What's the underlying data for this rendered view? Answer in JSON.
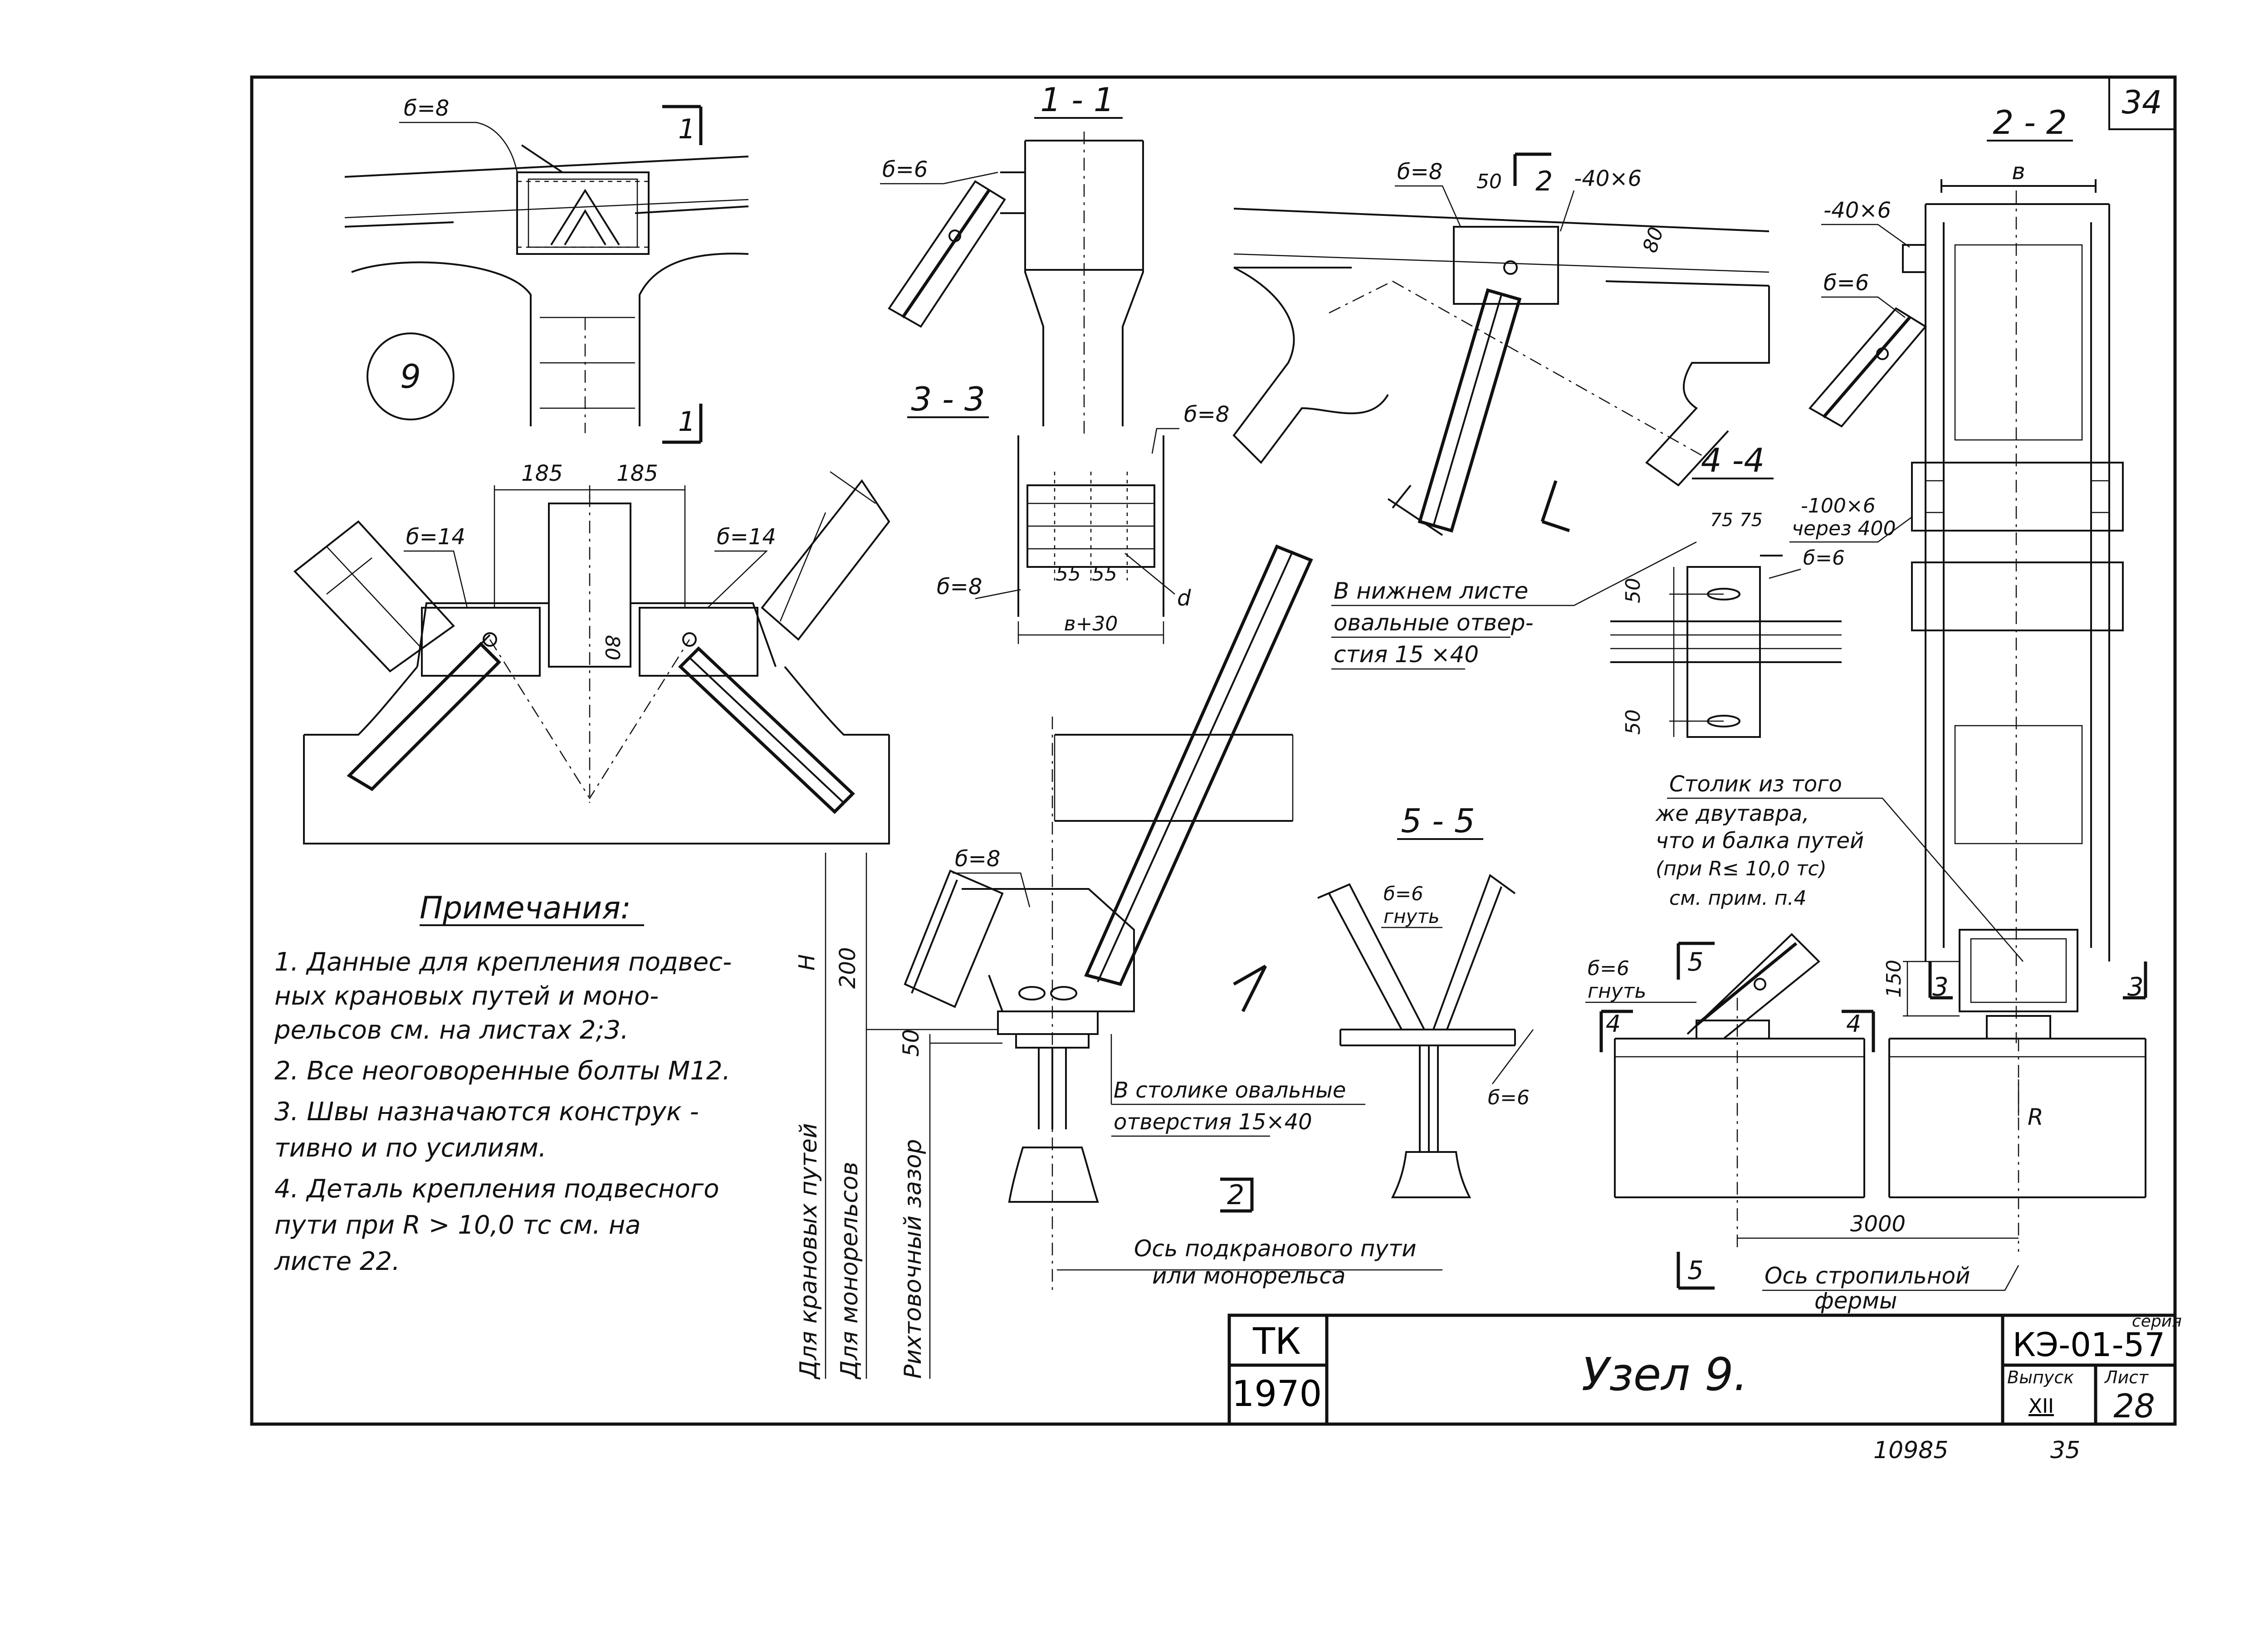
{
  "sheet": {
    "corner_number": "34",
    "node_circle": "9",
    "footer_left": "10985",
    "footer_right": "35"
  },
  "sections": {
    "s11": "1 - 1",
    "s22": "2 - 2",
    "s33": "3 - 3",
    "s44": "4 -4",
    "s55": "5 - 5",
    "mark1": "1",
    "mark2": "2",
    "mark3": "3",
    "mark4": "4",
    "mark5": "5"
  },
  "dims": {
    "d185a": "185",
    "d185b": "185",
    "d80a": "80",
    "d80b": "80",
    "d50": "50",
    "d55a": "55",
    "d55b": "55",
    "b30": "в+30",
    "d75a": "75",
    "d75b": "75",
    "d50v1": "50",
    "d50v2": "50",
    "d200": "200",
    "d50v3": "50",
    "d150": "150",
    "d3000": "3000",
    "b": "в",
    "H": "H",
    "R": "R",
    "d": "d"
  },
  "labels": {
    "t8a": "б=8",
    "t6a": "б=6",
    "t8b": "б=8",
    "t8c": "б=8",
    "t8d": "б=8",
    "t14a": "б=14",
    "t14b": "б=14",
    "t6b": "б=6",
    "t6c": "б=6",
    "t8e": "б=8",
    "t6d": "б=6",
    "bend_a": "гнуть",
    "t6e": "б=6",
    "t6f": "б=6",
    "bend_b": "гнуть",
    "strip_a": "-40×6",
    "strip_b": "-40×6",
    "strip_c": "-100×6",
    "strip_c2": "через 400",
    "lower_sheet_1": "В нижнем листе",
    "lower_sheet_2": "овальные отвер-",
    "lower_sheet_3": "стия  15 ×40",
    "ceiling_1": "В столике овальные",
    "ceiling_2": "отверстия 15×40",
    "table_1": "Столик из того",
    "table_2": "же двутавра,",
    "table_3": "что и балка путей",
    "table_4": "(при R≤ 10,0 тс)",
    "table_5": "см. прим. п.4",
    "axis_1": "Ось подкранового пути",
    "axis_2": "или монорельса",
    "axis_truss_1": "Ось стропильной",
    "axis_truss_2": "фермы",
    "vert_crane": "Для крановых путей",
    "vert_mono": "Для монорельсов",
    "vert_gap": "Рихтовочный зазор"
  },
  "notes": {
    "title": "Примечания:",
    "lines": [
      "1. Данные для крепления  подвес-",
      "    ных крановых путей и моно-",
      "    рельсов см. на листах 2;3.",
      "2. Все неоговоренные болты М12.",
      "3. Швы назначаются конструк -",
      "    тивно и по усилиям.",
      "4. Деталь крепления подвесного",
      "    пути при  R > 10,0 тс см. на",
      "    листе 22."
    ]
  },
  "title_block": {
    "org": "ТК",
    "year": "1970",
    "name": "Узел 9.",
    "series_label": "серия",
    "series": "КЭ-01-57",
    "issue_label": "Выпуск",
    "issue": "XII",
    "sheet_label": "Лист",
    "sheet": "28"
  }
}
